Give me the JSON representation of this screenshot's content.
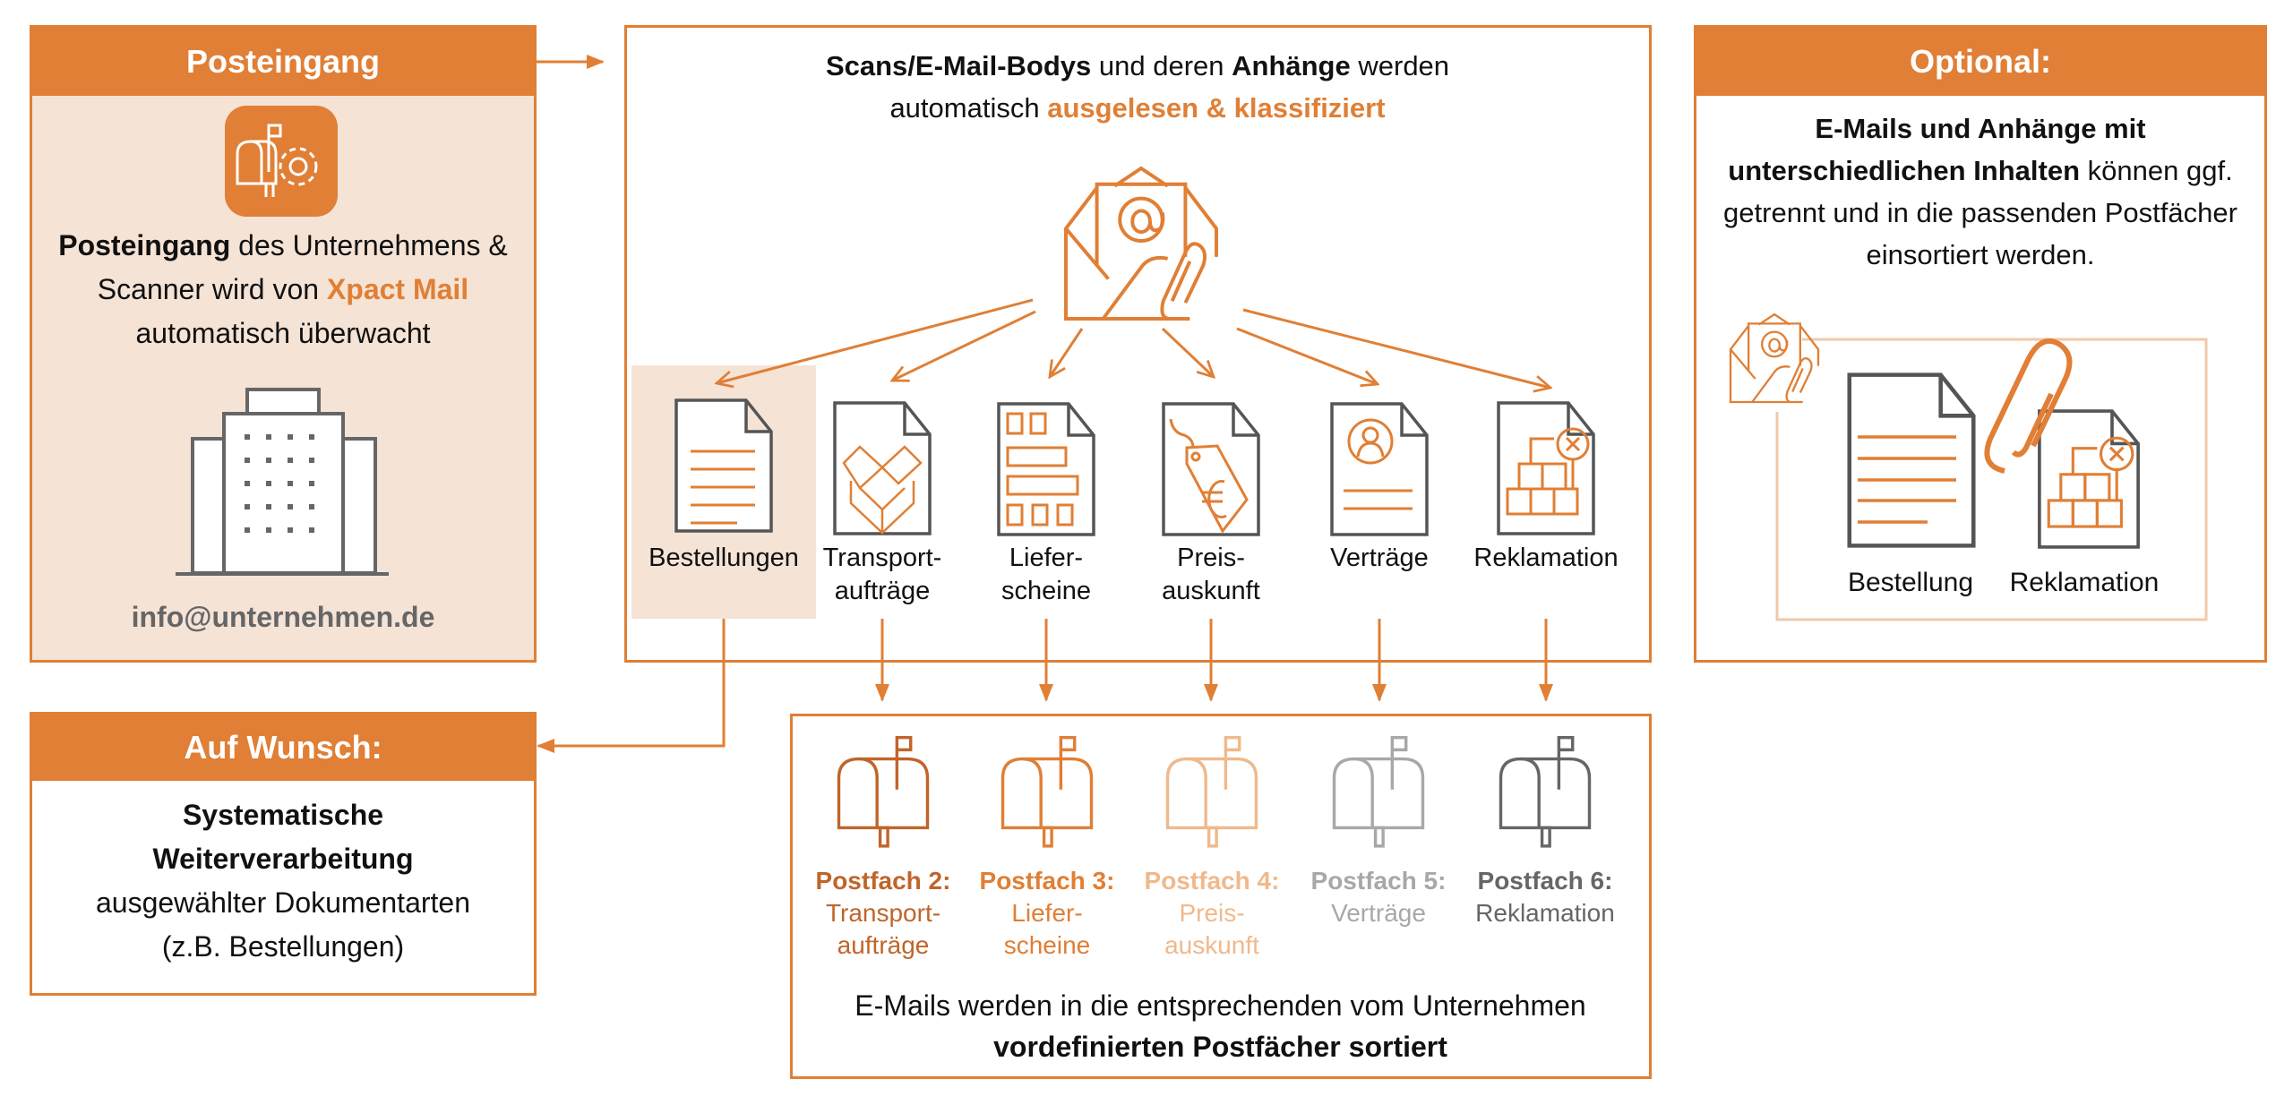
{
  "inbox": {
    "title": "Posteingang",
    "desc_bold": "Posteingang",
    "desc_1": " des Unternehmens & Scanner wird von ",
    "desc_brand": "Xpact Mail",
    "desc_2": " automatisch überwacht",
    "email": "info@unternehmen.de"
  },
  "process": {
    "line_b1": "Scans/E-Mail-Bodys",
    "line_t1": " und deren ",
    "line_b2": "Anhänge",
    "line_t2": " werden automatisch ",
    "line_o": "ausgelesen & klassifiziert",
    "doc_types": [
      {
        "line1": "Bestellungen",
        "line2": ""
      },
      {
        "line1": "Transport-",
        "line2": "aufträge"
      },
      {
        "line1": "Liefer-",
        "line2": "scheine"
      },
      {
        "line1": "Preis-",
        "line2": "auskunft"
      },
      {
        "line1": "Verträge",
        "line2": ""
      },
      {
        "line1": "Reklamation",
        "line2": ""
      }
    ]
  },
  "optional": {
    "title": "Optional:",
    "b1": "E-Mails und Anhänge mit unterschiedlichen Inhalten",
    "t1": " können ggf. getrennt und in die passenden Postfächer einsortiert werden.",
    "doc1": "Bestellung",
    "doc2": "Reklamation"
  },
  "on_request": {
    "title": "Auf Wunsch:",
    "b1": "Systematische Weiterverarbeitung",
    "t1": "ausgewählter Dokumentarten (z.B. Bestellungen)"
  },
  "mailboxes": {
    "items": [
      {
        "title": "Postfach 2:",
        "line1": "Transport-",
        "line2": "aufträge",
        "color": "#C0652A"
      },
      {
        "title": "Postfach 3:",
        "line1": "Liefer-",
        "line2": "scheine",
        "color": "#E07F35"
      },
      {
        "title": "Postfach 4:",
        "line1": "Preis-",
        "line2": "auskunft",
        "color": "#F0B98C"
      },
      {
        "title": "Postfach 5:",
        "line1": "Verträge",
        "line2": "",
        "color": "#A8A8A8"
      },
      {
        "title": "Postfach 6:",
        "line1": "Reklamation",
        "line2": "",
        "color": "#666666"
      }
    ],
    "caption_t1": "E-Mails werden in die entsprechenden vom Unternehmen ",
    "caption_b1": "vordefinierten Postfächer sortiert"
  },
  "colors": {
    "accent": "#E07F35",
    "accent_light": "#F5E3D6",
    "gray": "#5F5F5F"
  }
}
